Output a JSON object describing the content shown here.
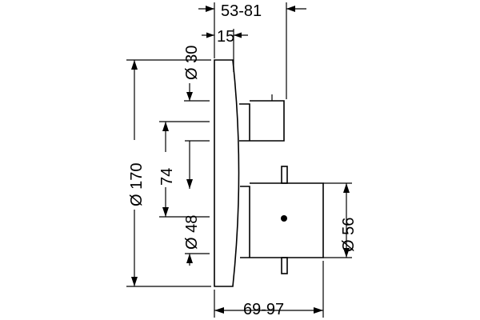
{
  "drawing": {
    "dimensions": {
      "depth_min_max": "53-81",
      "spindle_offset": "15",
      "small_knob_diameter": "Ø 30",
      "plate_diameter": "Ø 170",
      "knob_spacing": "74",
      "large_knob_inner_diameter": "Ø 48",
      "large_knob_diameter": "Ø 56",
      "total_depth": "69-97"
    }
  }
}
